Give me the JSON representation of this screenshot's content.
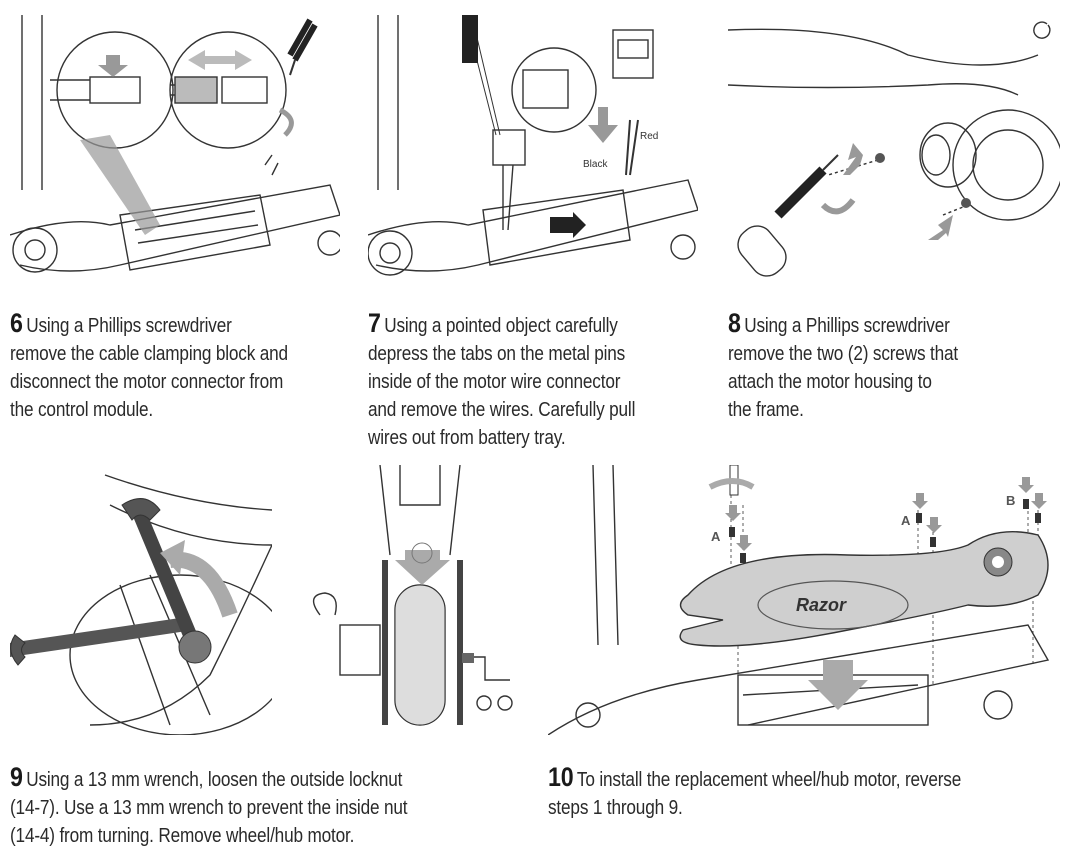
{
  "steps": [
    {
      "number": "6",
      "lines": [
        "Using a Phillips screwdriver",
        "remove the cable clamping block and",
        "disconnect the motor connector from",
        "the control module."
      ]
    },
    {
      "number": "7",
      "lines": [
        "Using a pointed object carefully",
        "depress the tabs on the metal pins",
        "inside of the motor wire connector",
        "and remove the wires. Carefully pull",
        "wires out from battery tray."
      ]
    },
    {
      "number": "8",
      "lines": [
        "Using a Phillips screwdriver",
        "remove the two (2) screws that",
        "attach the motor housing to",
        "the frame."
      ]
    },
    {
      "number": "9",
      "lines": [
        "Using a 13 mm wrench, loosen the outside locknut",
        "(14-7). Use a 13 mm wrench to prevent the inside nut",
        "(14-4) from turning. Remove wheel/hub motor."
      ]
    },
    {
      "number": "10",
      "lines": [
        "To install the replacement wheel/hub motor, reverse",
        "steps 1 through 9."
      ]
    }
  ],
  "illustration_labels": {
    "red": "Red",
    "black": "Black",
    "screw_a": "A",
    "screw_b": "B",
    "logo": "Razor"
  },
  "colors": {
    "line": "#333333",
    "arrow": "#9a9a9a",
    "deck": "#cfcfcf",
    "text": "#2a2a2a"
  }
}
